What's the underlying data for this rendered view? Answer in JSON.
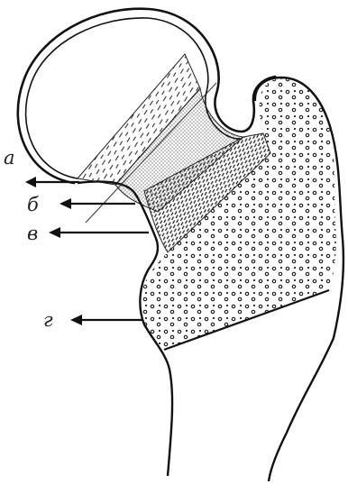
{
  "labels": {
    "a": "а",
    "b": "б",
    "v": "в",
    "g": "г"
  },
  "colors": {
    "ink": "#222222",
    "background": "#ffffff"
  }
}
